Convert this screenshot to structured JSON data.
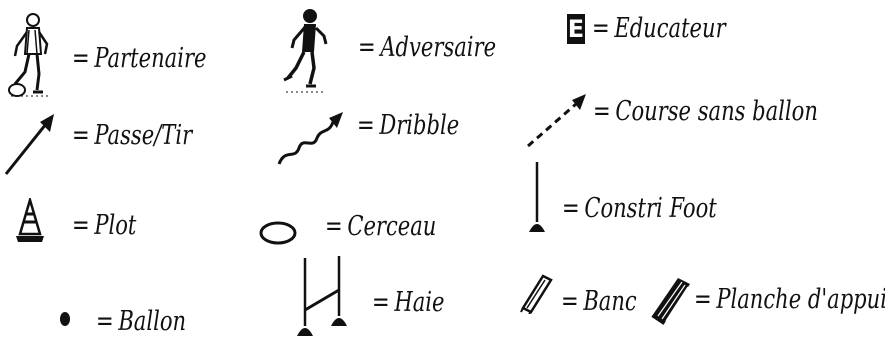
{
  "legend": {
    "partenaire": {
      "symbol": "=",
      "text": "Partenaire",
      "icon": "player-kicking-icon"
    },
    "adversaire": {
      "symbol": "=",
      "text": "Adversaire",
      "icon": "player-running-icon"
    },
    "educateur": {
      "symbol": "=",
      "text": "Educateur",
      "icon_letter": "E"
    },
    "passe_tir": {
      "symbol": "=",
      "text": "Passe/Tir",
      "icon": "solid-arrow-icon"
    },
    "dribble": {
      "symbol": "=",
      "text": "Dribble",
      "icon": "wavy-arrow-icon"
    },
    "course": {
      "symbol": "=",
      "text": "Course sans ballon",
      "icon": "dashed-arrow-icon"
    },
    "plot": {
      "symbol": "=",
      "text": "Plot",
      "icon": "cone-icon"
    },
    "cerceau": {
      "symbol": "=",
      "text": "Cerceau",
      "icon": "hoop-icon"
    },
    "constri_foot": {
      "symbol": "=",
      "text": "Constri Foot",
      "icon": "pole-icon"
    },
    "haie": {
      "symbol": "=",
      "text": "Haie",
      "icon": "hurdle-icon"
    },
    "banc": {
      "symbol": "=",
      "text": "Banc",
      "icon": "bench-icon"
    },
    "planche": {
      "symbol": "=",
      "text": "Planche d'appui",
      "icon": "board-icon"
    },
    "ballon": {
      "symbol": "=",
      "text": "Ballon",
      "icon": "ball-icon"
    }
  }
}
